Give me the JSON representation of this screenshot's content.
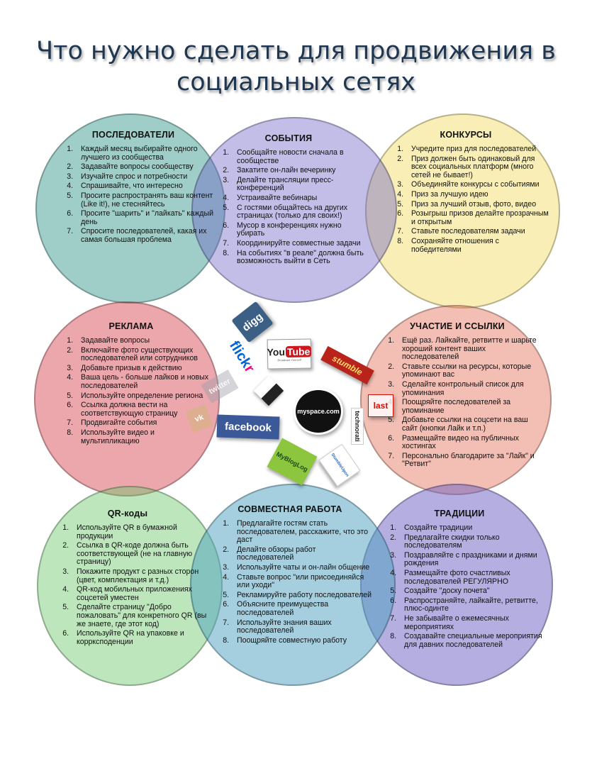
{
  "title": "Что нужно сделать для продвижения в социальных сетях",
  "colors": {
    "title": "#1f3650",
    "followers": "#3f9c8f",
    "events": "#6e65c8",
    "contests": "#f2e07a",
    "ads": "#d9505c",
    "participation": "#e8806a",
    "qr": "#6cc86a",
    "collab": "#4b9fc0",
    "traditions": "#6b5fc4"
  },
  "sections": {
    "followers": {
      "heading": "ПОСЛЕДОВАТЕЛИ",
      "items": [
        "Каждый месяц выбирайте одного лучшего из сообщества",
        "Задавайте вопросы сообществу",
        "Изучайте спрос и потребности",
        "Спрашивайте, что интересно",
        "Просите распространять ваш контент (Like it!), не стесняйтесь",
        "Просите \"шарить\" и \"лайкать\" каждый день",
        "Спросите последователей, какая их самая большая проблема"
      ]
    },
    "events": {
      "heading": "СОБЫТИЯ",
      "items": [
        "Сообщайте новости сначала в сообществе",
        "Закатите он-лайн вечеринку",
        "Делайте трансляции пресс-конференций",
        "Устраивайте вебинары",
        "С гостями общайтесь на других страницах (только для своих!)",
        "Мусор в конференциях нужно убирать",
        "Координируйте совместные задачи",
        "На событиях \"в реале\" должна быть возможность выйти в Сеть"
      ]
    },
    "contests": {
      "heading": "КОНКУРСЫ",
      "items": [
        "Учредите приз для последователей",
        "Приз должен быть одинаковый для всех социальных платформ (много сетей не бывает!)",
        "Объединяйте конкурсы с событиями",
        "Приз за лучшую идею",
        "Приз за лучший отзыв, фото, видео",
        "Розыгрыш призов делайте прозрачным и открытым",
        "Ставьте последователям задачи",
        "Сохраняйте отношения с победителями"
      ]
    },
    "ads": {
      "heading": "РЕКЛАМА",
      "items": [
        "Задавайте вопросы",
        "Включайте фото существующих последователей или сотрудников",
        "Добавьте призыв к действию",
        "Ваша цель - больше лайков и новых последователей",
        "Используйте определение региона",
        "Ссылка должна вести на соответствующую страницу",
        "Продвигайте события",
        "Используйте видео и мультипликацию"
      ]
    },
    "participation": {
      "heading": "УЧАСТИЕ И ССЫЛКИ",
      "items": [
        "Ещё раз. Лайкайте, ретвитте и шарьте хороший контент ваших последователей",
        "Ставьте ссылки на ресурсы, которые упоминают вас",
        "Сделайте контрольный список для упоминания",
        "Поощряйте последователей за упоминание",
        "Добавьте ссылки на соцсети на ваш сайт (кнопки Лайк и т.п.)",
        "Размещайте видео на публичных хостингах",
        "Персонально благодарите за \"Лайк\" и \"Ретвит\""
      ]
    },
    "qr": {
      "heading": "QR-коды",
      "items": [
        "Используйте QR в бумажной продукции",
        "Ссылка в QR-коде должна быть соответствующей (не на главную страницу)",
        "Покажите продукт с разных сторон (цвет, комплектация и т.д.)",
        "QR-код мобильных приложениях соцсетей уместен",
        "Сделайте страницу \"Добро пожаловать\" для конкретного QR (вы же знаете, где этот код)",
        "Используйте QR на упаковке и коррксподенции"
      ]
    },
    "collab": {
      "heading": "СОВМЕСТНАЯ РАБОТА",
      "items": [
        "Предлагайте гостям стать последователем, расскажите, что это даст",
        "Делайте обзоры работ последователей",
        "Используйте чаты и он-лайн общение",
        "Ставьте вопрос \"или присоединяйся или уходи\"",
        "Рекламируйте работу последователей",
        "Объясните преимущества последователей",
        "Используйте знания ваших последователей",
        "Поощряйте совместную работу"
      ]
    },
    "traditions": {
      "heading": "ТРАДИЦИИ",
      "items": [
        "Создайте традиции",
        "Предлагайте скидки только последователям",
        "Поздравляйте с праздниками и днями рождения",
        "Размещайте фото счастливых последователей РЕГУЛЯРНО",
        "Создайте \"доску почета\"",
        "Распространяйте, лайкайте, ретвитте, плюс-одинте",
        "Не забывайте о ежемесячных мероприятиях",
        "Создавайте специальные мероприятия для давних последователей"
      ]
    }
  },
  "logos": {
    "digg": "digg",
    "flickr_a": "flick",
    "flickr_b": "r",
    "youtube_a": "You",
    "youtube_b": "Tube",
    "youtube_tag": "Broadcast Yourself",
    "stumble": "stumble",
    "twitter": "twitter",
    "facebook": "facebook",
    "delicious": "delicious",
    "myspace": "myspace.com",
    "technorati": "technorati",
    "lastfm": "last",
    "vk": "vk",
    "myblogs": "MyBlogLog",
    "stumbleupon": "StumbleUpon"
  }
}
